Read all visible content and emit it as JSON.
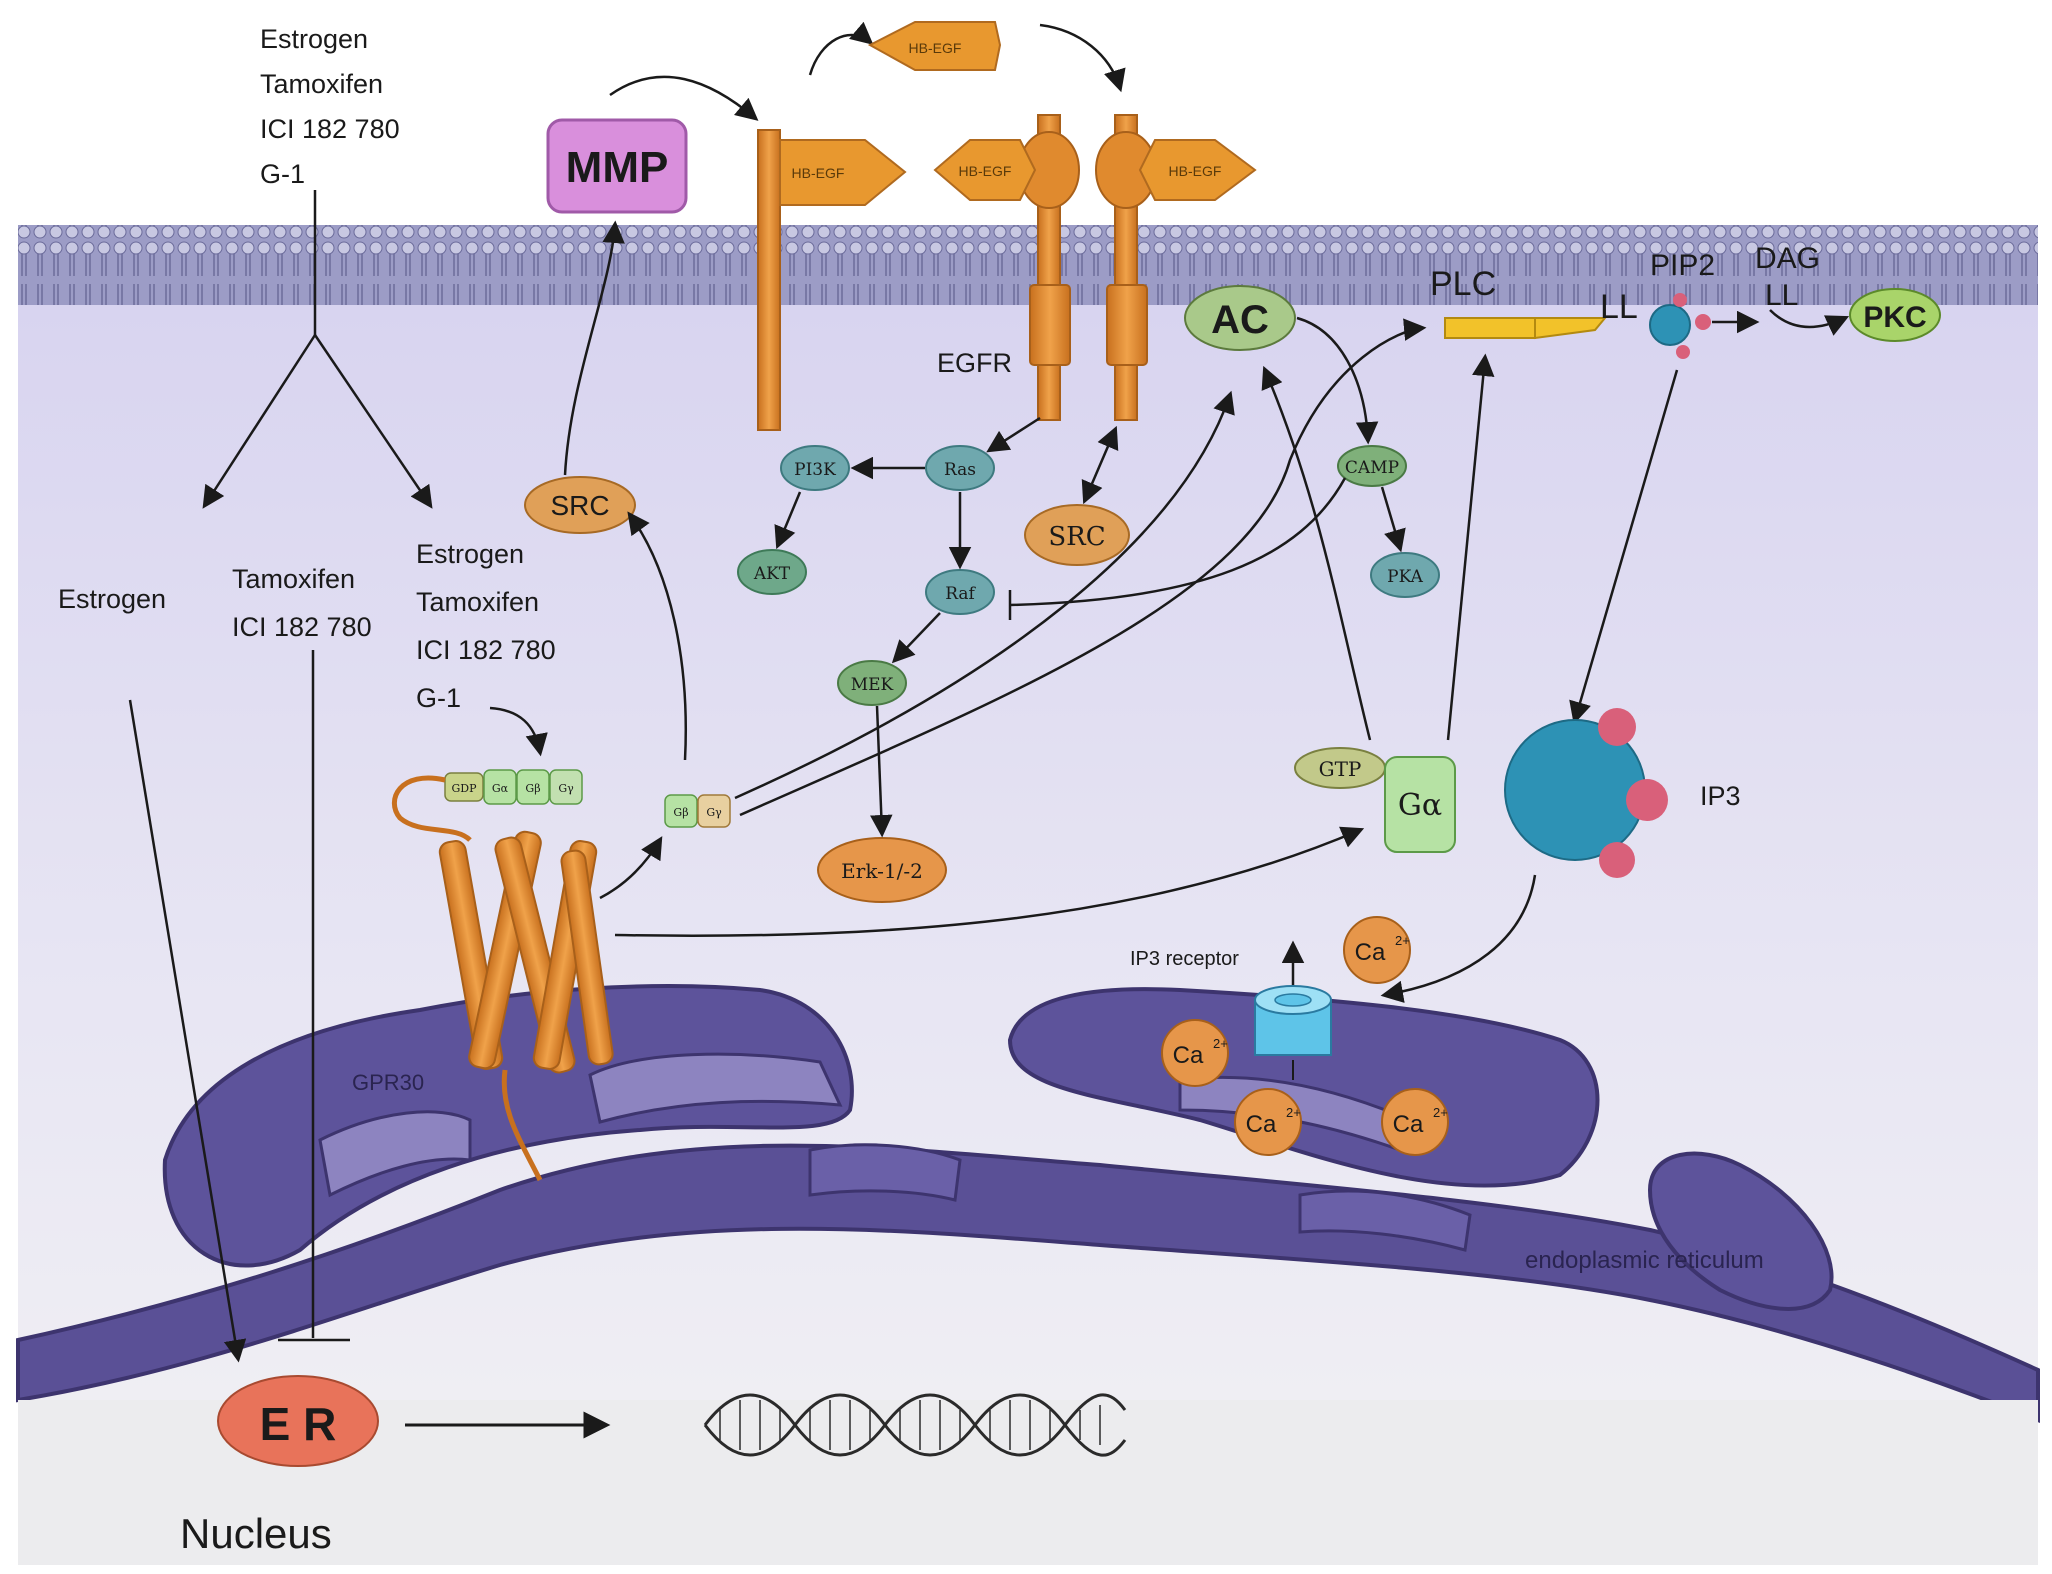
{
  "ligands_top": [
    "Estrogen",
    "Tamoxifen",
    "ICI 182 780",
    "G-1"
  ],
  "ligands_mid": [
    "Estrogen",
    "Tamoxifen",
    "ICI 182 780",
    "G-1"
  ],
  "left_branch": {
    "estrogen": "Estrogen",
    "tamoxifen": "Tamoxifen",
    "ici": "ICI 182 780"
  },
  "nodes": {
    "mmp": "MMP",
    "src_left": "SRC",
    "src_mid": "SRC",
    "hbegf": "HB-EGF",
    "egfr": "EGFR",
    "pi3k": "PI3K",
    "ras": "Ras",
    "akt": "AKT",
    "raf": "Raf",
    "mek": "MEK",
    "erk": "Erk-1/-2",
    "ac": "AC",
    "camp": "CAMP",
    "pka": "PKA",
    "plc": "PLC",
    "pip2": "PIP2",
    "dag": "DAG",
    "pkc": "PKC",
    "gtp": "GTP",
    "galpha": "Gα",
    "ip3": "IP3",
    "ip3_receptor": "IP3 receptor",
    "ca": "Ca",
    "ca_sup": "2+",
    "gdp": "GDP",
    "ga_small": "Gα",
    "gb": "Gβ",
    "gy": "Gγ",
    "er": "E R",
    "gpr30": "GPR30",
    "er_membrane": "endoplasmic reticulum",
    "nucleus": "Nucleus",
    "ll": "LL"
  },
  "colors": {
    "membrane": "#8f8fbd",
    "cytoplasm": "#e3e1f5",
    "nucleus_bg": "#ececee",
    "er_fill": "#5a5096",
    "er_dark": "#3d346e",
    "orange": "#e08a2e",
    "teal": "#6fa8ae",
    "green": "#7fb07a",
    "mmp": "#d98fdc",
    "ip3": "#2d92b5",
    "pink": "#d9607a",
    "er_protein": "#e8735a"
  }
}
